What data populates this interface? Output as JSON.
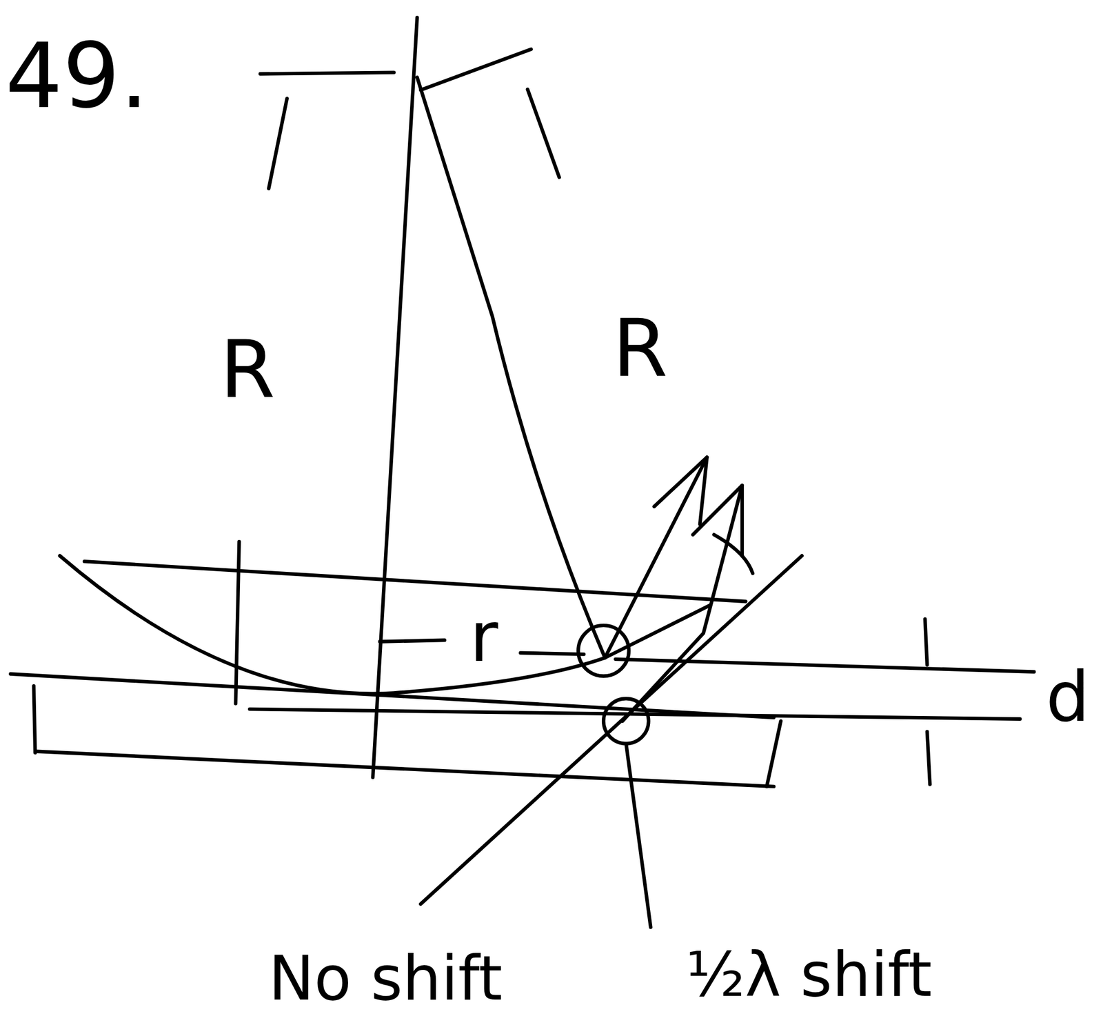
{
  "diagram": {
    "labels": [
      "49.",
      "R",
      "R",
      "r",
      "d",
      "No shift",
      "½λ shift"
    ]
  }
}
